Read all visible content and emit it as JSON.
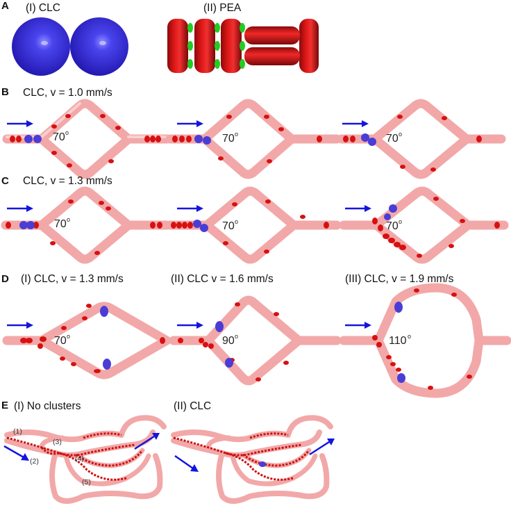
{
  "panelA": {
    "letter": "A",
    "clc_label": "(I) CLC",
    "pea_label": "(II) PEA"
  },
  "panelB": {
    "letter": "B",
    "title": "CLC, v = 1.0 mm/s",
    "angles": [
      "70",
      "70",
      "70"
    ]
  },
  "panelC": {
    "letter": "C",
    "title": "CLC, v = 1.3 mm/s",
    "angles": [
      "70",
      "70",
      "70"
    ]
  },
  "panelD": {
    "letter": "D",
    "titles": [
      "(I) CLC, v = 1.3 mm/s",
      "(II) CLC v = 1.6 mm/s",
      "(III) CLC, v = 1.9 mm/s"
    ],
    "angles": [
      "70",
      "90",
      "110"
    ]
  },
  "panelE": {
    "letter": "E",
    "titles": [
      "(I) No clusters",
      "(II) CLC"
    ],
    "branch_labels": [
      "(1)",
      "(2)",
      "(3)",
      "(4)",
      "(5)"
    ]
  },
  "degree_symbol": "o",
  "colors": {
    "vessel": "#f2a8a8",
    "rbc": "#d81010",
    "cluster": "#4a3dd6",
    "arrow": "#1414e0",
    "linker": "#22cc22"
  }
}
